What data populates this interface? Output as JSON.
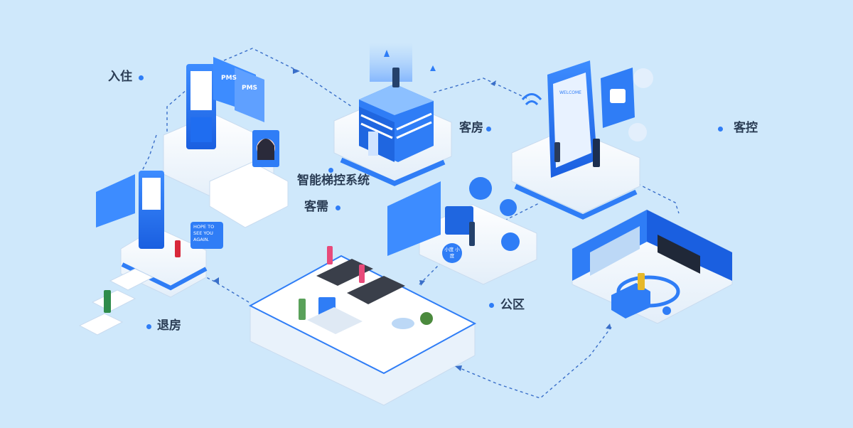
{
  "nodes": {
    "checkin": "入住",
    "elevator": "智能梯控系统",
    "guestroom": "客房",
    "room_control": "客控",
    "guest_needs": "客需",
    "public_area": "公区",
    "checkout": "退房"
  },
  "screens": {
    "pms_1": "PMS",
    "pms_2": "PMS",
    "welcome": "WELCOME"
  },
  "bubble_text": "HOPE TO SEE YOU AGAIN.",
  "robot_badge": "小度 小度",
  "colors": {
    "background": "#cfe8fb",
    "accent": "#2f7df6",
    "label_text": "#2b3d55",
    "platform": "#f4f8fd"
  }
}
